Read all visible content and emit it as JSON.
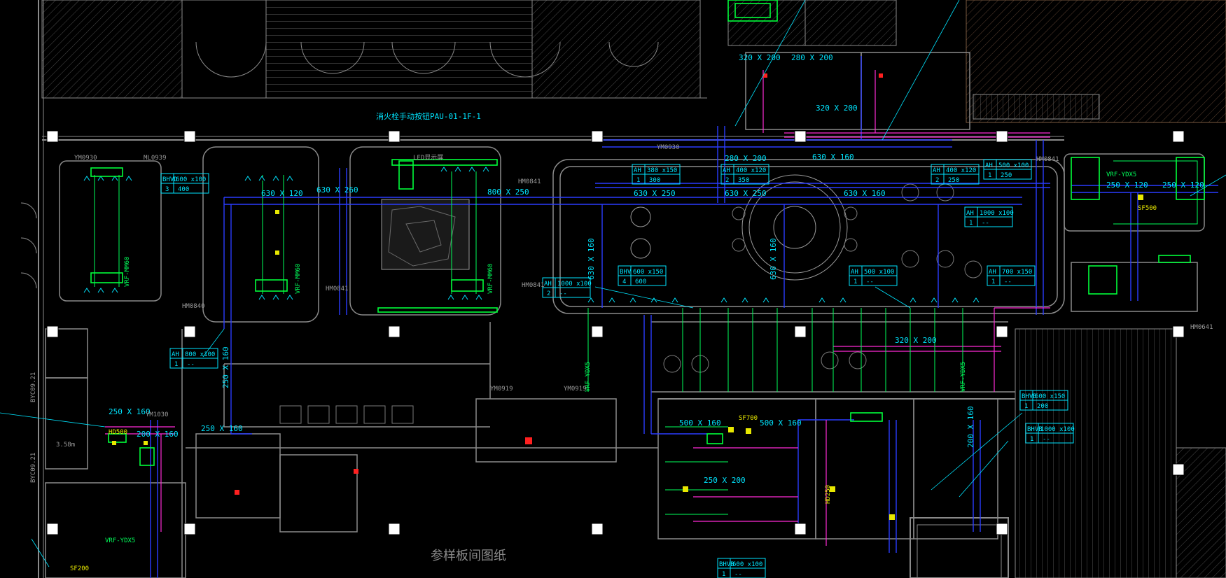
{
  "colors": {
    "background": "#000000",
    "wall": "#8a8a8a",
    "supply_duct": "#2a3cff",
    "return_duct": "#ff2bd6",
    "diffuser": "#00ff5a",
    "annotation": "#00e5ff",
    "column": "#ffffff",
    "equipment": "#00ff3a"
  },
  "drawing": {
    "watermark_text": "参样板间图纸",
    "fan_label": "消火栓手动按钮PAU-01-1F-1",
    "led_label": "LED显示屏"
  },
  "duct_sizes": [
    {
      "id": "d1",
      "text": "630 X 120"
    },
    {
      "id": "d2",
      "text": "630 X 260"
    },
    {
      "id": "d3",
      "text": "800 X 250"
    },
    {
      "id": "d4",
      "text": "630 X 250"
    },
    {
      "id": "d5",
      "text": "630 X 250"
    },
    {
      "id": "d6",
      "text": "630 X 160"
    },
    {
      "id": "d7",
      "text": "280 X 200"
    },
    {
      "id": "d8",
      "text": "630 X 160"
    },
    {
      "id": "d9",
      "text": "630 X 160"
    },
    {
      "id": "d10",
      "text": "630 X 160"
    },
    {
      "id": "d11",
      "text": "500 X 160"
    },
    {
      "id": "d12",
      "text": "500 X 160"
    },
    {
      "id": "d13",
      "text": "250 X 160"
    },
    {
      "id": "d14",
      "text": "250 X 160"
    },
    {
      "id": "d15",
      "text": "320 X 200"
    },
    {
      "id": "d16",
      "text": "200 X 160"
    },
    {
      "id": "d17",
      "text": "250 X 200"
    },
    {
      "id": "d18",
      "text": "250 X 120"
    },
    {
      "id": "d19",
      "text": "320 X 200"
    },
    {
      "id": "d20",
      "text": "250 X 120"
    },
    {
      "id": "d21",
      "text": "250 X 160"
    },
    {
      "id": "d22",
      "text": "200 X 160"
    },
    {
      "id": "d23",
      "text": "280 X 200"
    },
    {
      "id": "d24",
      "text": "320 X 200"
    }
  ],
  "tags": [
    {
      "id": "t1",
      "head": "AH",
      "size": "380 x150",
      "qty": "1",
      "extra": "300"
    },
    {
      "id": "t2",
      "head": "AH",
      "size": "400 x120",
      "qty": "2",
      "extra": "350"
    },
    {
      "id": "t3",
      "head": "AH",
      "size": "400 x120",
      "qty": "2",
      "extra": "250"
    },
    {
      "id": "t4",
      "head": "AH",
      "size": "500 x100",
      "qty": "1",
      "extra": "250"
    },
    {
      "id": "t5",
      "head": "AH",
      "size": "1000 x100",
      "qty": "1",
      "extra": "--"
    },
    {
      "id": "t6",
      "head": "AH",
      "size": "1000 x100",
      "qty": "2",
      "extra": "--"
    },
    {
      "id": "t7",
      "head": "BHV",
      "size": "600 x150",
      "qty": "4",
      "extra": "600"
    },
    {
      "id": "t8",
      "head": "AH",
      "size": "500 x100",
      "qty": "1",
      "extra": "--"
    },
    {
      "id": "t9",
      "head": "AH",
      "size": "700 x150",
      "qty": "1",
      "extra": "--"
    },
    {
      "id": "t10",
      "head": "AH",
      "size": "800 x100",
      "qty": "1",
      "extra": "--"
    },
    {
      "id": "t11",
      "head": "BHVD",
      "size": "600 x100",
      "qty": "3",
      "extra": "400"
    },
    {
      "id": "t12",
      "head": "BHVB",
      "size": "600 x150",
      "qty": "1",
      "extra": "200"
    },
    {
      "id": "t13",
      "head": "BHVB",
      "size": "1000 x100",
      "qty": "1",
      "extra": "--"
    },
    {
      "id": "t14",
      "head": "BHVB",
      "size": "600 x100",
      "qty": "1",
      "extra": "--"
    }
  ],
  "equipment": [
    {
      "id": "e1",
      "text": "VRF-MM60"
    },
    {
      "id": "e2",
      "text": "VRF-MM60"
    },
    {
      "id": "e3",
      "text": "VRF-MM60"
    },
    {
      "id": "e4",
      "text": "VRF-YDX5"
    },
    {
      "id": "e5",
      "text": "VRF-YDX5"
    },
    {
      "id": "e6",
      "text": "VRF-YDX5"
    },
    {
      "id": "e7",
      "text": "VRF-YDX5"
    },
    {
      "id": "e8",
      "text": "SF700"
    },
    {
      "id": "e9",
      "text": "SF200"
    },
    {
      "id": "e10",
      "text": "SF500"
    },
    {
      "id": "e11",
      "text": "HD500"
    },
    {
      "id": "e12",
      "text": "HD250"
    }
  ],
  "room_codes": [
    {
      "id": "r1",
      "text": "YM0930"
    },
    {
      "id": "r2",
      "text": "ML0939"
    },
    {
      "id": "r3",
      "text": "YM0930"
    },
    {
      "id": "r4",
      "text": "HM0841"
    },
    {
      "id": "r5",
      "text": "HM0841"
    },
    {
      "id": "r6",
      "text": "HM0840"
    },
    {
      "id": "r7",
      "text": "HM0841"
    },
    {
      "id": "r8",
      "text": "YM0919"
    },
    {
      "id": "r9",
      "text": "YM0919"
    },
    {
      "id": "r10",
      "text": "YM1030"
    },
    {
      "id": "r11",
      "text": "HM0641"
    },
    {
      "id": "r12",
      "text": "HM0841"
    },
    {
      "id": "r13",
      "text": "BYC09.21"
    },
    {
      "id": "r14",
      "text": "BYC09.21"
    },
    {
      "id": "r15",
      "text": "3.58m"
    }
  ]
}
